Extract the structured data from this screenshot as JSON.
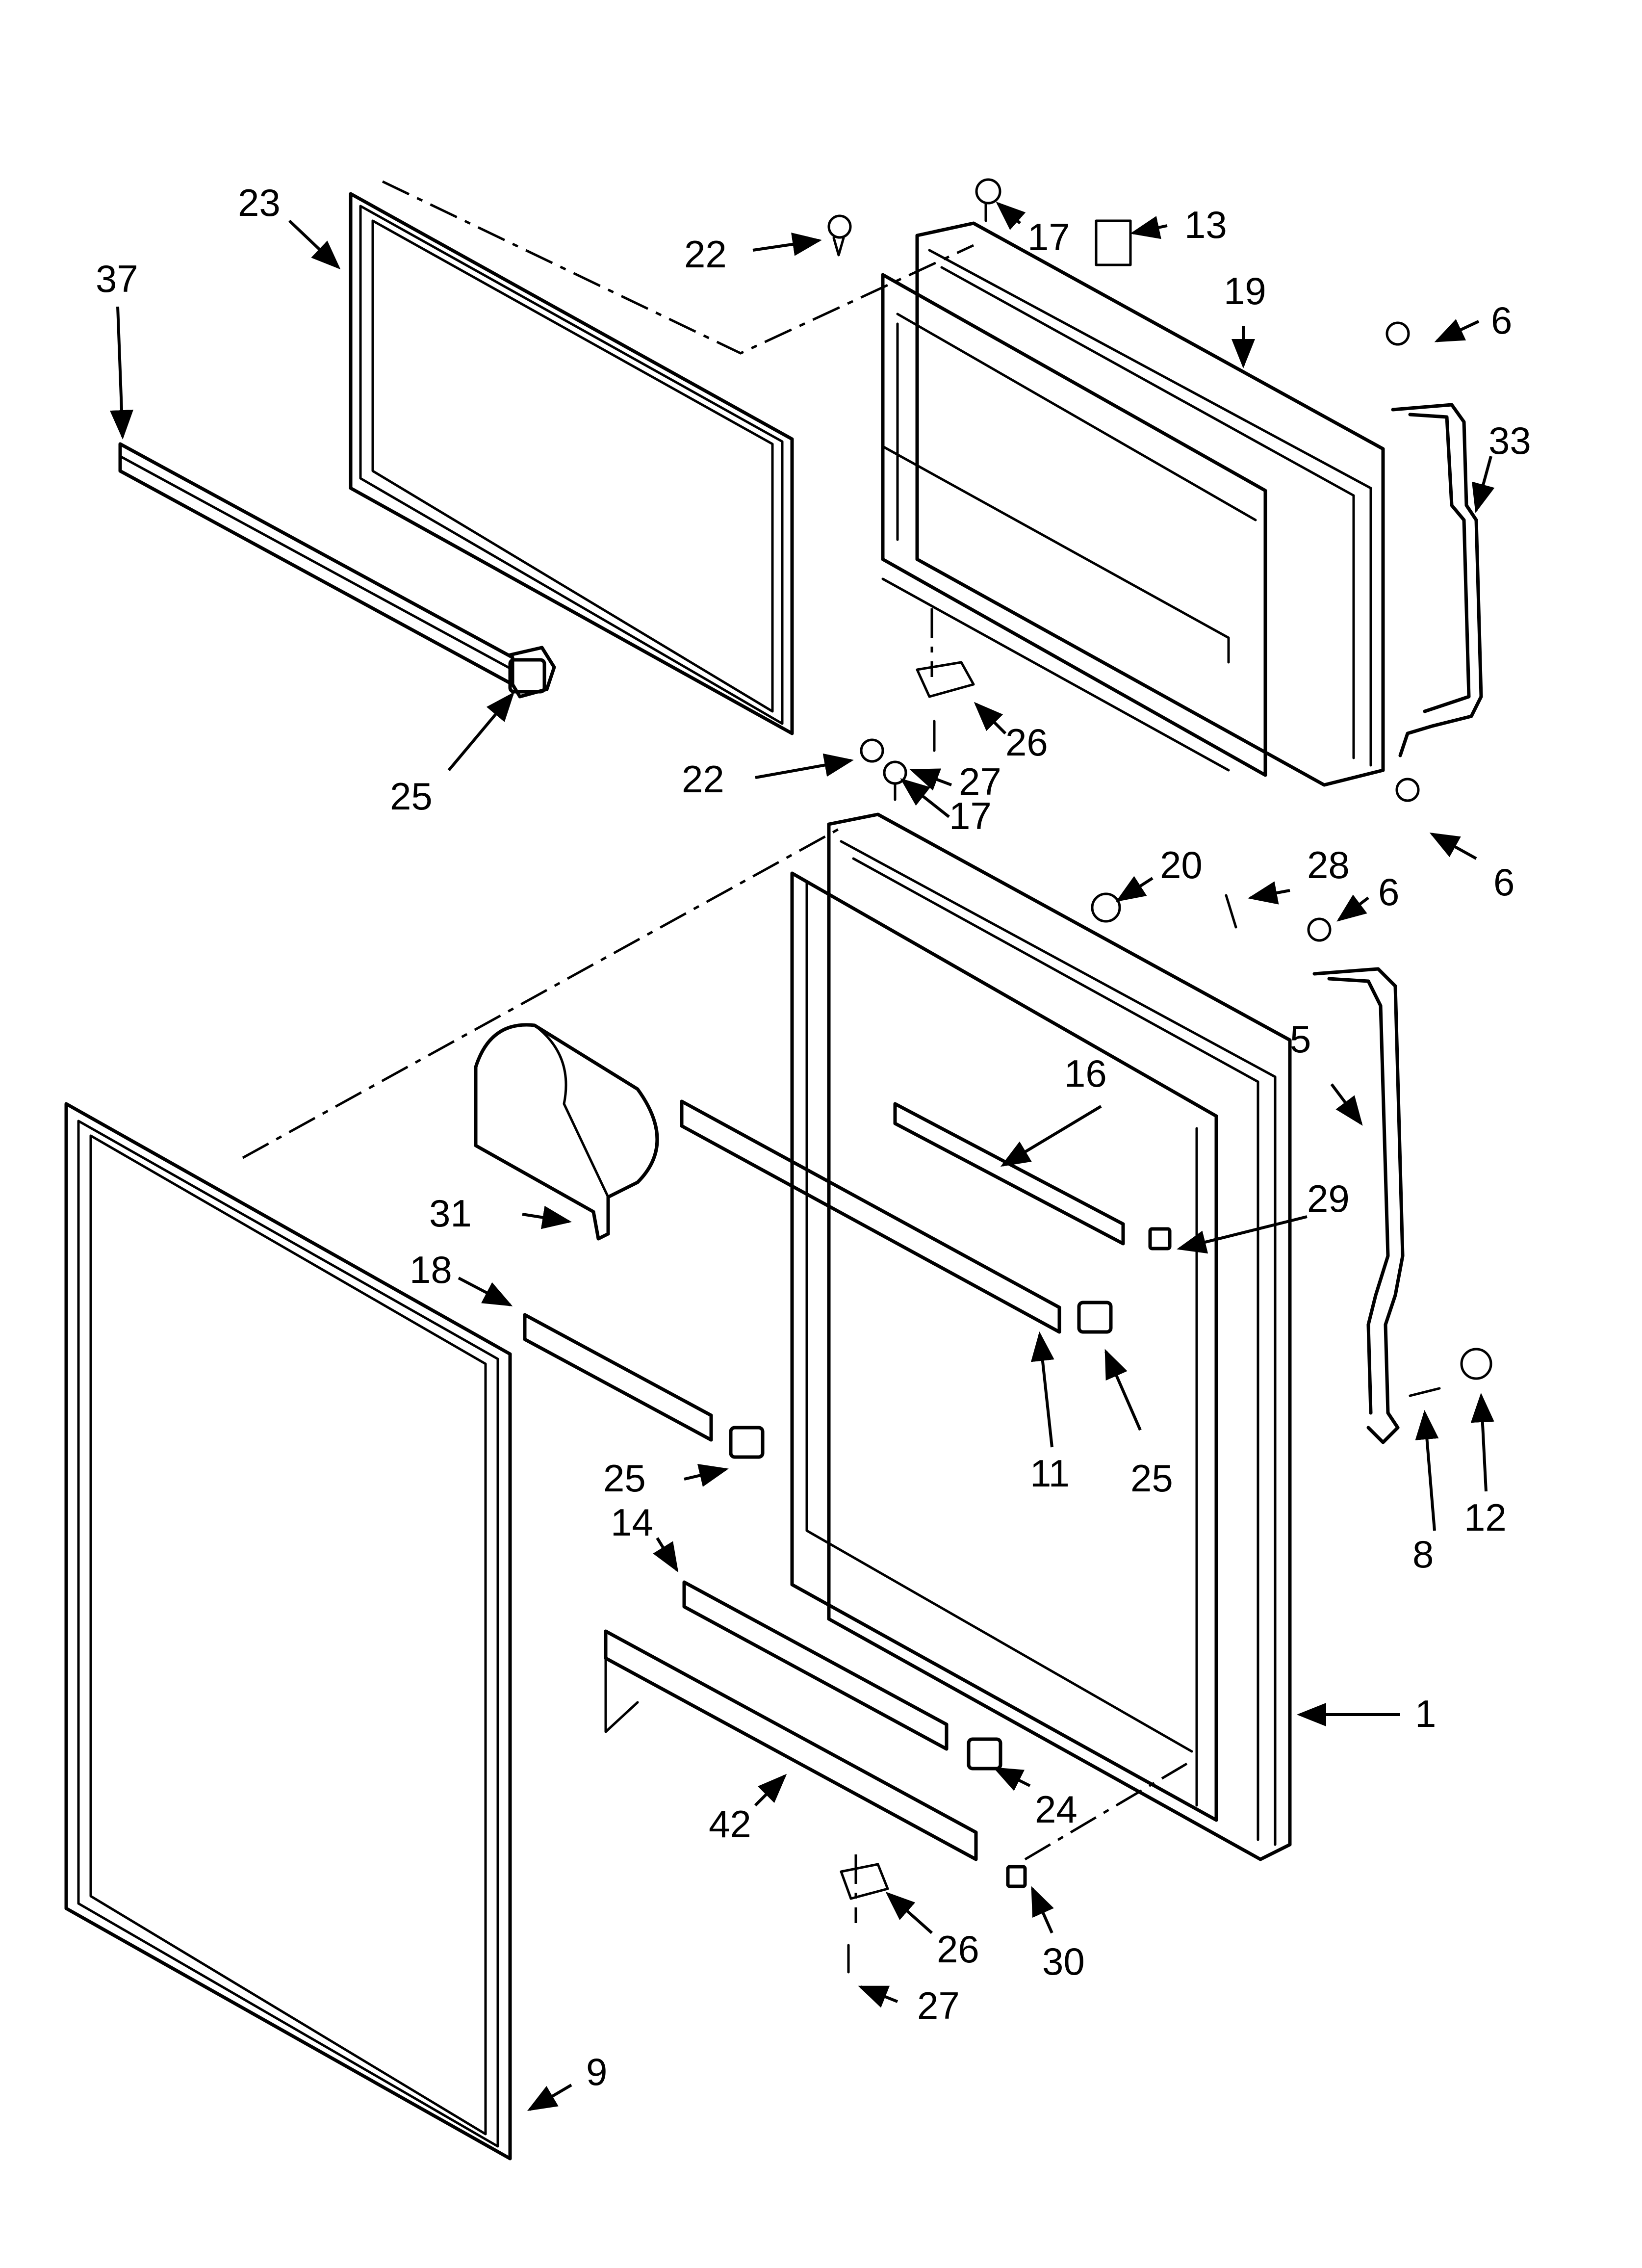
{
  "figure": {
    "type": "exploded-parts-diagram",
    "callouts": [
      {
        "id": "c1",
        "label": "1"
      },
      {
        "id": "c5",
        "label": "5"
      },
      {
        "id": "c6a",
        "label": "6"
      },
      {
        "id": "c6b",
        "label": "6"
      },
      {
        "id": "c6c",
        "label": "6"
      },
      {
        "id": "c8",
        "label": "8"
      },
      {
        "id": "c9",
        "label": "9"
      },
      {
        "id": "c11",
        "label": "11"
      },
      {
        "id": "c12",
        "label": "12"
      },
      {
        "id": "c13",
        "label": "13"
      },
      {
        "id": "c14",
        "label": "14"
      },
      {
        "id": "c16",
        "label": "16"
      },
      {
        "id": "c17a",
        "label": "17"
      },
      {
        "id": "c17b",
        "label": "17"
      },
      {
        "id": "c18",
        "label": "18"
      },
      {
        "id": "c19",
        "label": "19"
      },
      {
        "id": "c20",
        "label": "20"
      },
      {
        "id": "c22a",
        "label": "22"
      },
      {
        "id": "c22b",
        "label": "22"
      },
      {
        "id": "c23",
        "label": "23"
      },
      {
        "id": "c24",
        "label": "24"
      },
      {
        "id": "c25a",
        "label": "25"
      },
      {
        "id": "c25b",
        "label": "25"
      },
      {
        "id": "c25c",
        "label": "25"
      },
      {
        "id": "c26a",
        "label": "26"
      },
      {
        "id": "c26b",
        "label": "26"
      },
      {
        "id": "c27a",
        "label": "27"
      },
      {
        "id": "c27b",
        "label": "27"
      },
      {
        "id": "c28",
        "label": "28"
      },
      {
        "id": "c29",
        "label": "29"
      },
      {
        "id": "c30",
        "label": "30"
      },
      {
        "id": "c31",
        "label": "31"
      },
      {
        "id": "c33",
        "label": "33"
      },
      {
        "id": "c37",
        "label": "37"
      },
      {
        "id": "c42",
        "label": "42"
      }
    ]
  }
}
